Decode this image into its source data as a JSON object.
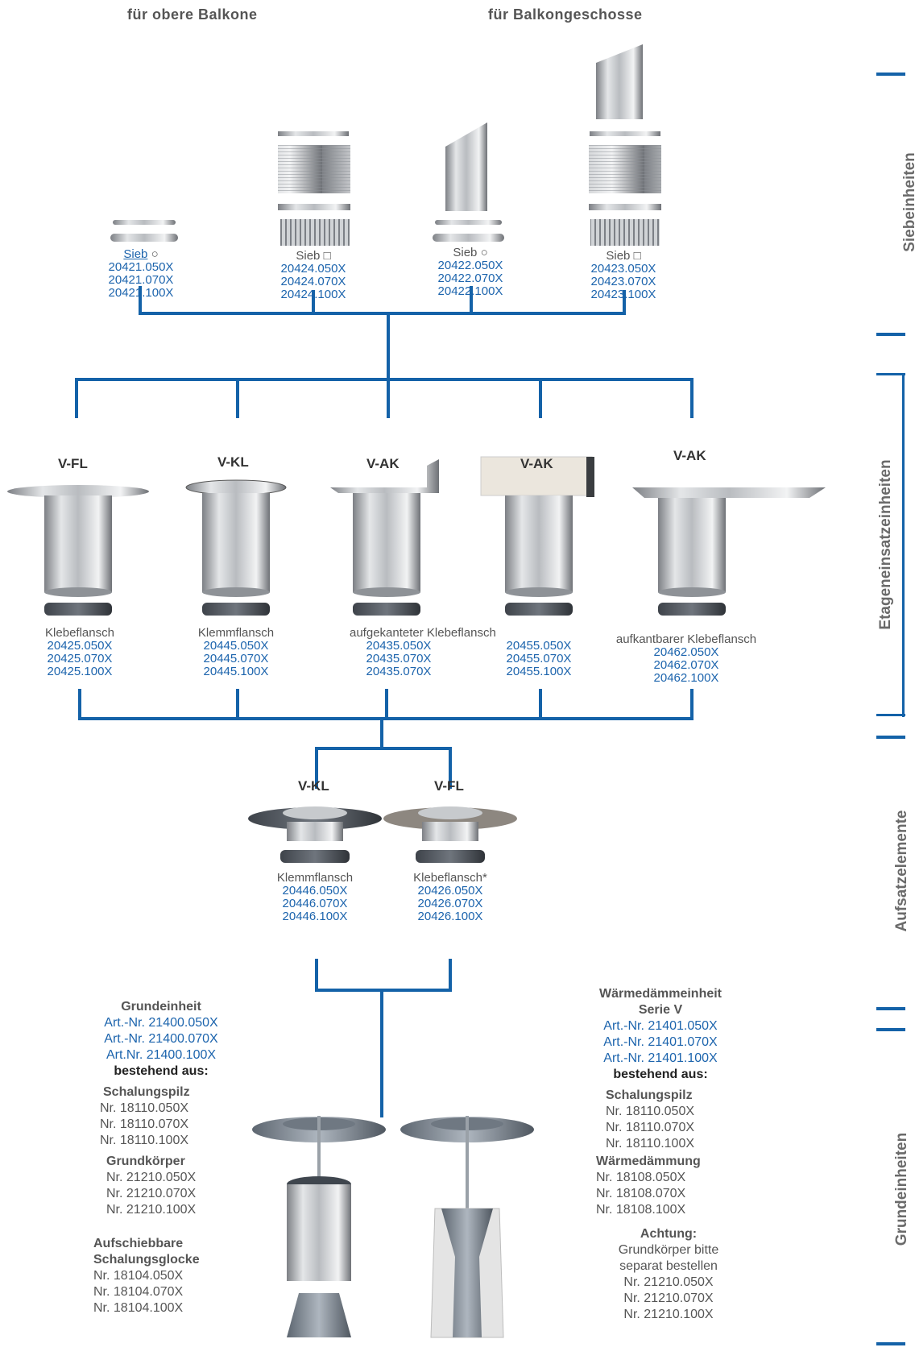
{
  "headers": {
    "upper": "für obere Balkone",
    "floors": "für Balkongeschosse"
  },
  "side_labels": {
    "sieb": "Siebeinheiten",
    "etage": "Etageneinsatzeinheiten",
    "aufsatz": "Aufsatzelemente",
    "grund": "Grundeinheiten"
  },
  "sieb": [
    {
      "name": "Sieb",
      "shape": "○",
      "codes": [
        "20421.050X",
        "20421.070X",
        "20421.100X"
      ]
    },
    {
      "name": "Sieb",
      "shape": "□",
      "codes": [
        "20424.050X",
        "20424.070X",
        "20424.100X"
      ]
    },
    {
      "name": "Sieb",
      "shape": "○",
      "codes": [
        "20422.050X",
        "20422.070X",
        "20422.100X"
      ]
    },
    {
      "name": "Sieb",
      "shape": "□",
      "codes": [
        "20423.050X",
        "20423.070X",
        "20423.100X"
      ]
    }
  ],
  "etage": [
    {
      "model": "V-FL",
      "name": "Klebeflansch",
      "codes": [
        "20425.050X",
        "20425.070X",
        "20425.100X"
      ]
    },
    {
      "model": "V-KL",
      "name": "Klemmflansch",
      "codes": [
        "20445.050X",
        "20445.070X",
        "20445.100X"
      ]
    },
    {
      "model": "V-AK",
      "name": "aufgekanteter Klebeflansch",
      "codes": [
        "20435.050X",
        "20435.070X",
        "20435.070X"
      ]
    },
    {
      "model": "V-AK",
      "name": "",
      "codes": [
        "20455.050X",
        "20455.070X",
        "20455.100X"
      ]
    },
    {
      "model": "V-AK",
      "name": "aufkantbarer Klebeflansch",
      "codes": [
        "20462.050X",
        "20462.070X",
        "20462.100X"
      ]
    }
  ],
  "aufsatz": [
    {
      "model": "V-KL",
      "name": "Klemmflansch",
      "codes": [
        "20446.050X",
        "20446.070X",
        "20446.100X"
      ]
    },
    {
      "model": "V-FL",
      "name": "Klebeflansch*",
      "codes": [
        "20426.050X",
        "20426.070X",
        "20426.100X"
      ]
    }
  ],
  "grund": {
    "title": "Grundeinheit",
    "art": [
      "Art.-Nr. 21400.050X",
      "Art.-Nr. 21400.070X",
      "Art.Nr. 21400.100X"
    ],
    "bestehend": "bestehend aus:",
    "parts": [
      {
        "name": "Schalungspilz",
        "nrs": [
          "Nr. 18110.050X",
          "Nr. 18110.070X",
          "Nr. 18110.100X"
        ]
      },
      {
        "name": "Grundkörper",
        "nrs": [
          "Nr. 21210.050X",
          "Nr. 21210.070X",
          "Nr. 21210.100X"
        ]
      },
      {
        "name1": "Aufschiebbare",
        "name2": "Schalungsglocke",
        "nrs": [
          "Nr. 18104.050X",
          "Nr. 18104.070X",
          "Nr. 18104.100X"
        ]
      }
    ]
  },
  "waerme": {
    "title": "Wärmedämmeinheit",
    "subtitle": "Serie V",
    "art": [
      "Art.-Nr. 21401.050X",
      "Art.-Nr. 21401.070X",
      "Art.-Nr. 21401.100X"
    ],
    "bestehend": "bestehend aus:",
    "parts": [
      {
        "name": "Schalungspilz",
        "nrs": [
          "Nr. 18110.050X",
          "Nr. 18110.070X",
          "Nr. 18110.100X"
        ]
      },
      {
        "name": "Wärmedämmung",
        "nrs": [
          "Nr. 18108.050X",
          "Nr. 18108.070X",
          "Nr. 18108.100X"
        ]
      }
    ],
    "achtung": "Achtung:",
    "note": [
      "Grundkörper bitte",
      "separat bestellen",
      "Nr. 21210.050X",
      "Nr. 21210.070X",
      "Nr. 21210.100X"
    ]
  },
  "colors": {
    "line": "#1462a8",
    "code": "#1c64ad",
    "text": "#555555"
  }
}
